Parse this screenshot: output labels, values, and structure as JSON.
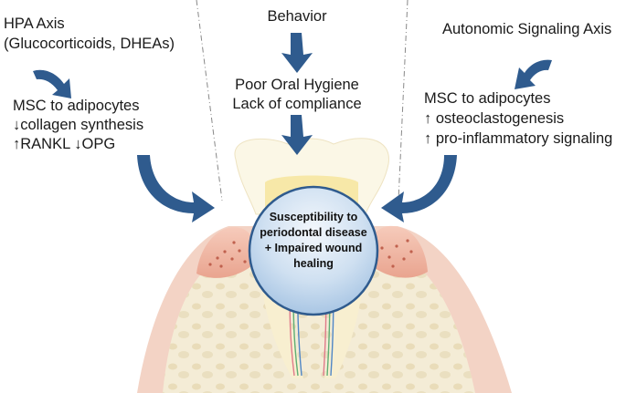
{
  "left": {
    "title_line1": "HPA Axis",
    "title_line2": "(Glucocorticoids, DHEAs)",
    "effect1": "MSC to adipocytes",
    "effect2": "↓collagen synthesis",
    "effect3": "↑RANKL ↓OPG"
  },
  "center": {
    "title": "Behavior",
    "effect1": "Poor Oral Hygiene",
    "effect2": "Lack of compliance"
  },
  "right": {
    "title": "Autonomic Signaling Axis",
    "effect1": "MSC to adipocytes",
    "effect2": "↑ osteoclastogenesis",
    "effect3": "↑ pro-inflammatory signaling"
  },
  "outcome": {
    "line1": "Susceptibility to",
    "line2": "periodontal disease",
    "line3": "+  Impaired wound",
    "line4": "healing"
  },
  "colors": {
    "arrow": "#2f5b8e",
    "gum": "#efb7a4",
    "bone": "#f4ecd6",
    "enamel": "#fbf7e6",
    "circle_fill": "#c7dcf0",
    "circle_stroke": "#2f5b8e"
  }
}
